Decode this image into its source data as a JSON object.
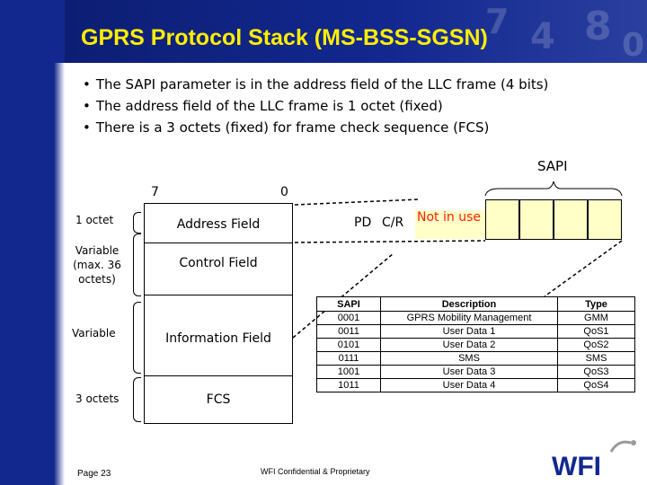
{
  "slide": {
    "title": "GPRS Protocol Stack (MS-BSS-SGSN)",
    "bullets": [
      "The SAPI parameter is in the address field of the LLC frame (4 bits)",
      "The address field of the LLC frame is 1 octet (fixed)",
      "There is a 3 octets (fixed) for frame check sequence (FCS)"
    ]
  },
  "frame": {
    "bit_high": "7",
    "bit_low": "0",
    "fields": [
      {
        "size": "1 octet",
        "name": "Address Field"
      },
      {
        "size": "Variable (max. 36 octets)",
        "name": "Control Field"
      },
      {
        "size": "Variable",
        "name": "Information Field"
      },
      {
        "size": "3 octets",
        "name": "FCS"
      }
    ]
  },
  "address_octet": {
    "sapi_label": "SAPI",
    "pd": "PD",
    "cr": "C/R",
    "not_in_use": "Not in use"
  },
  "sapi_table": {
    "headers": [
      "SAPI",
      "Description",
      "Type"
    ],
    "rows": [
      [
        "0001",
        "GPRS Mobility Management",
        "GMM"
      ],
      [
        "0011",
        "User Data 1",
        "QoS1"
      ],
      [
        "0101",
        "User Data 2",
        "QoS2"
      ],
      [
        "0111",
        "SMS",
        "SMS"
      ],
      [
        "1001",
        "User Data 3",
        "QoS3"
      ],
      [
        "1011",
        "User Data 4",
        "QoS4"
      ]
    ]
  },
  "footer": {
    "page": "Page 23",
    "confidential": "WFI Confidential & Proprietary",
    "logo": "WFI"
  },
  "colors": {
    "header_blue": "#12288f",
    "title_yellow": "#ffee00",
    "bit_fill": "#ffffc8",
    "not_in_use_text": "#ff2200"
  }
}
